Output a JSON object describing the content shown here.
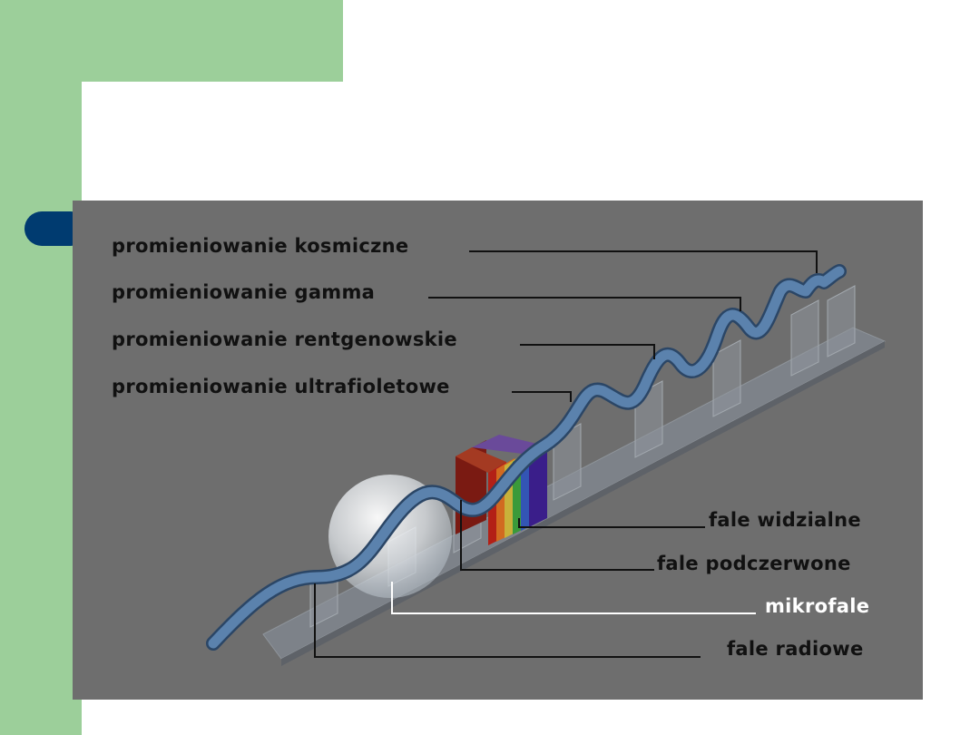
{
  "slide": {
    "colors": {
      "green": "#9ccf9a",
      "navy_accent": "#003b70",
      "panel": "#6e6e6e",
      "wave": "#5b82ad"
    }
  },
  "diagram": {
    "labels_left": [
      "promieniowanie kosmiczne",
      "promieniowanie gamma",
      "promieniowanie rentgenowskie",
      "promieniowanie ultrafioletowe"
    ],
    "labels_right": [
      "fale widzialne",
      "fale podczerwone",
      "mikrofale",
      "fale radiowe"
    ]
  }
}
